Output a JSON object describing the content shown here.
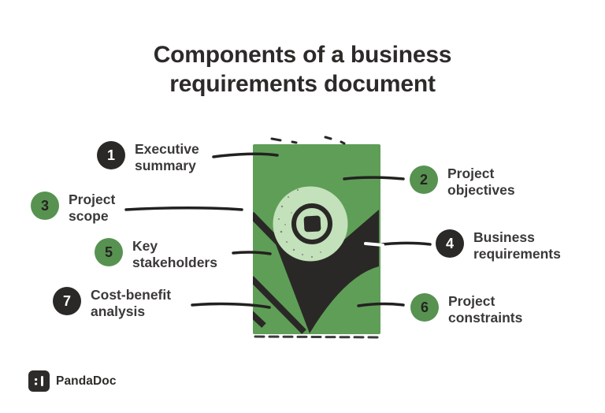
{
  "title": {
    "lines": [
      "Components of a business",
      "requirements document"
    ]
  },
  "items": [
    {
      "number": "1",
      "badge": "dark",
      "lines": [
        "Executive",
        "summary"
      ]
    },
    {
      "number": "2",
      "badge": "green",
      "lines": [
        "Project",
        "objectives"
      ]
    },
    {
      "number": "3",
      "badge": "green",
      "lines": [
        "Project",
        "scope"
      ]
    },
    {
      "number": "4",
      "badge": "dark",
      "lines": [
        "Business",
        "requirements"
      ]
    },
    {
      "number": "5",
      "badge": "green",
      "lines": [
        "Key",
        "stakeholders"
      ]
    },
    {
      "number": "6",
      "badge": "green",
      "lines": [
        "Project",
        "constraints"
      ]
    },
    {
      "number": "7",
      "badge": "dark",
      "lines": [
        "Cost-benefit",
        "analysis"
      ]
    }
  ],
  "branding": {
    "logo_text": "PandaDoc"
  },
  "colors": {
    "background": "#ffffff",
    "document_green": "#5f9e57",
    "badge_green": "#579251",
    "highlight_light_green": "#c3e1ba",
    "dark": "#2a2826",
    "title_text": "#2d2b29",
    "label_text": "#3b3938",
    "leader_line": "#232120",
    "leader_line_on_dark": "#ffffff"
  }
}
